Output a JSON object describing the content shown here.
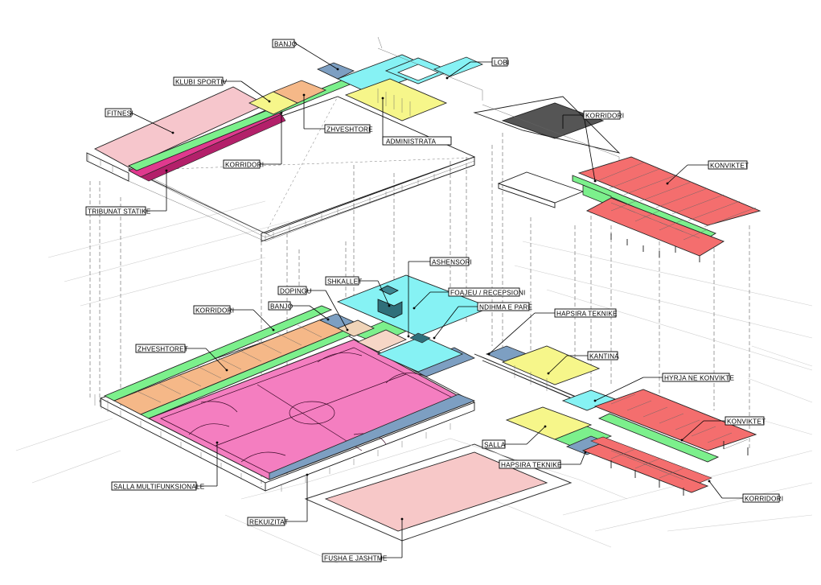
{
  "colors": {
    "fitness": "#f6c6cc",
    "corridor": "#7cf08c",
    "locker": "#f5b888",
    "admin": "#f6f68a",
    "lobby": "#86f2f4",
    "bathroom": "#7d9fc2",
    "tribune": "#e0398e",
    "hall": "#f47ec0",
    "dorm": "#f46e6e",
    "roof_dark": "#555555",
    "outdoor": "#f7c8c8"
  },
  "labels": {
    "banjo_upper": "BANJO",
    "klubi_sportiv": "KLUBI SPORTIV",
    "fitnesi": "FITNESI",
    "lobi": "LOBI",
    "zhveshtore": "ZHVESHTORE",
    "administrata": "ADMINISTRATA",
    "korridori_upper": "KORRIDORI",
    "tribunat_statike": "TRIBUNAT STATIKE",
    "korridori_dorm_upper": "KORRIDORI",
    "konviktet_upper": "KONVIKTET",
    "ashensori": "ASHENSORI",
    "shkallet": "SHKALLET",
    "dopingu": "DOPINGU",
    "foajeu_recepsioni": "FOAJEU / RECEPSIONI",
    "banjo_lower": "BANJO",
    "ndihma_e_pare": "NDIHMA E PARE",
    "korridori_lower": "KORRIDORI",
    "hapsira_teknike_upper": "HAPSIRA TEKNIKE",
    "zhveshtoret": "ZHVESHTORET",
    "kantina": "KANTINA",
    "hyrja_ne_konvikte": "HYRJA NE KONVIKTE",
    "konviktet_lower": "KONVIKTET",
    "salla": "SALLA",
    "hapsira_teknike_lower": "HAPSIRA TEKNIKE",
    "korridori_dorm_lower": "KORRIDORI",
    "salla_multifunksionale": "SALLA MULTIFUNKSIONALE",
    "rekuizitat": "REKUIZITAT",
    "fusha_e_jashtme": "FUSHA E JASHTME"
  }
}
